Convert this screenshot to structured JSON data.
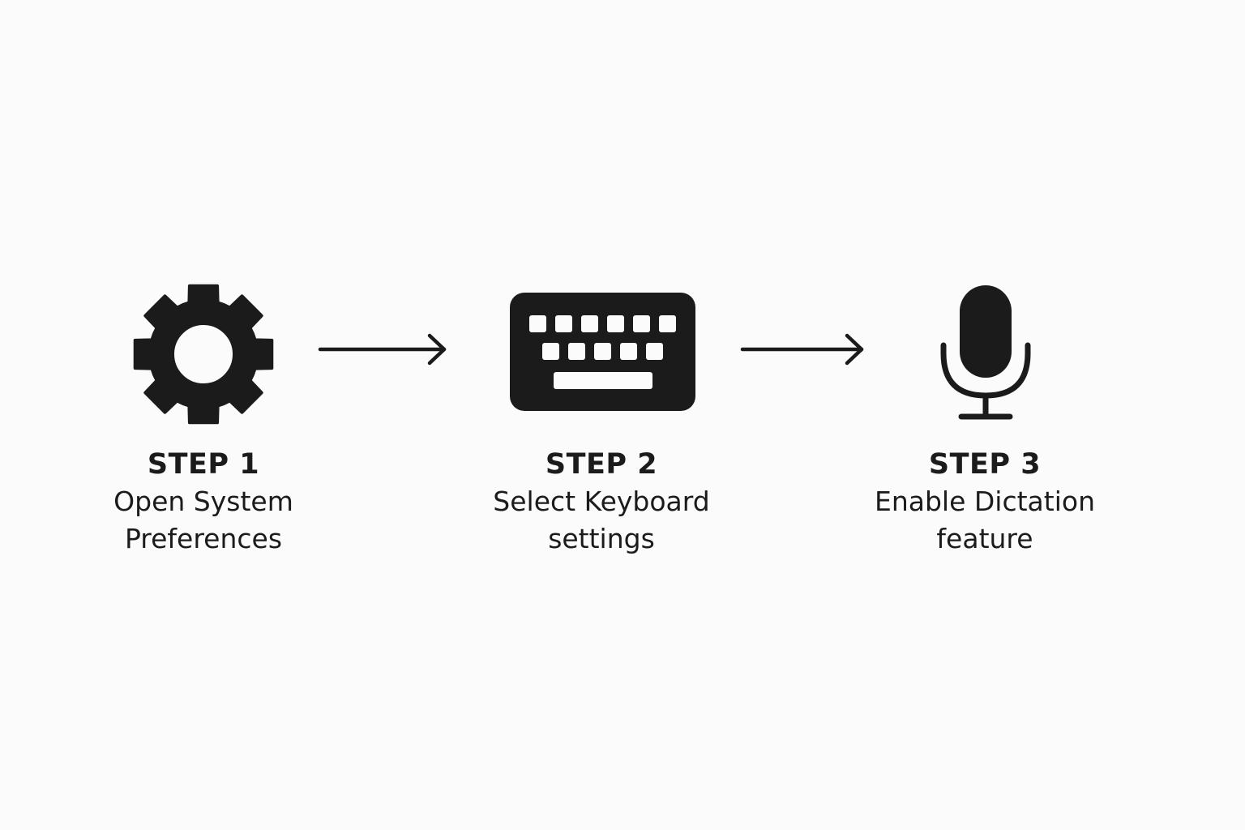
{
  "colors": {
    "background": "#fbfbfb",
    "ink": "#1b1b1b"
  },
  "steps": [
    {
      "title": "STEP 1",
      "line1": "Open System",
      "line2": "Preferences",
      "icon": "gear-icon"
    },
    {
      "title": "STEP 2",
      "line1": "Select Keyboard",
      "line2": "settings",
      "icon": "keyboard-icon"
    },
    {
      "title": "STEP 3",
      "line1": "Enable Dictation",
      "line2": "feature",
      "icon": "microphone-icon"
    }
  ],
  "connectors": [
    {
      "from": "STEP 1",
      "to": "STEP 2",
      "icon": "arrow-right-icon"
    },
    {
      "from": "STEP 2",
      "to": "STEP 3",
      "icon": "arrow-right-icon"
    }
  ]
}
